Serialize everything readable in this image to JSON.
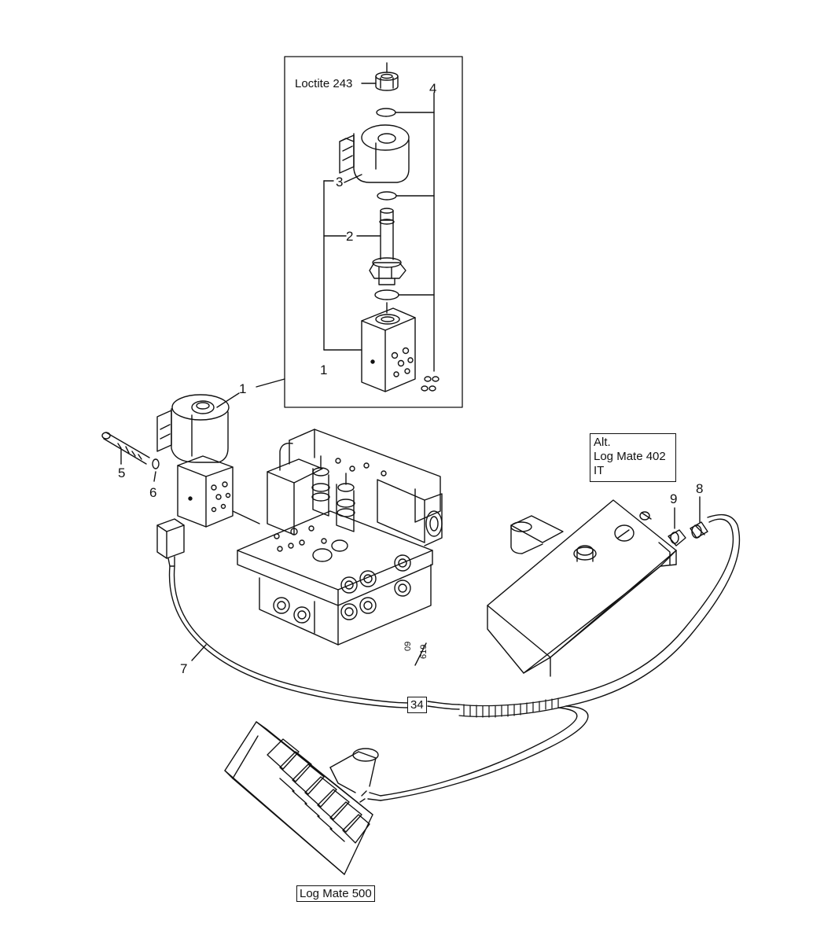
{
  "callouts": {
    "loctite": "Loctite 243",
    "n1": "1",
    "n2": "2",
    "n3": "3",
    "n4": "4",
    "n1_main": "1",
    "n5": "5",
    "n6": "6",
    "n7": "7",
    "n8": "8",
    "n9": "9",
    "ref34": "34",
    "sheet_top": "09",
    "sheet_bottom": "619"
  },
  "alt_box": {
    "line1": "Alt.",
    "line2": "Log Mate 402",
    "line3": "IT"
  },
  "log_mate_500": "Log Mate 500"
}
